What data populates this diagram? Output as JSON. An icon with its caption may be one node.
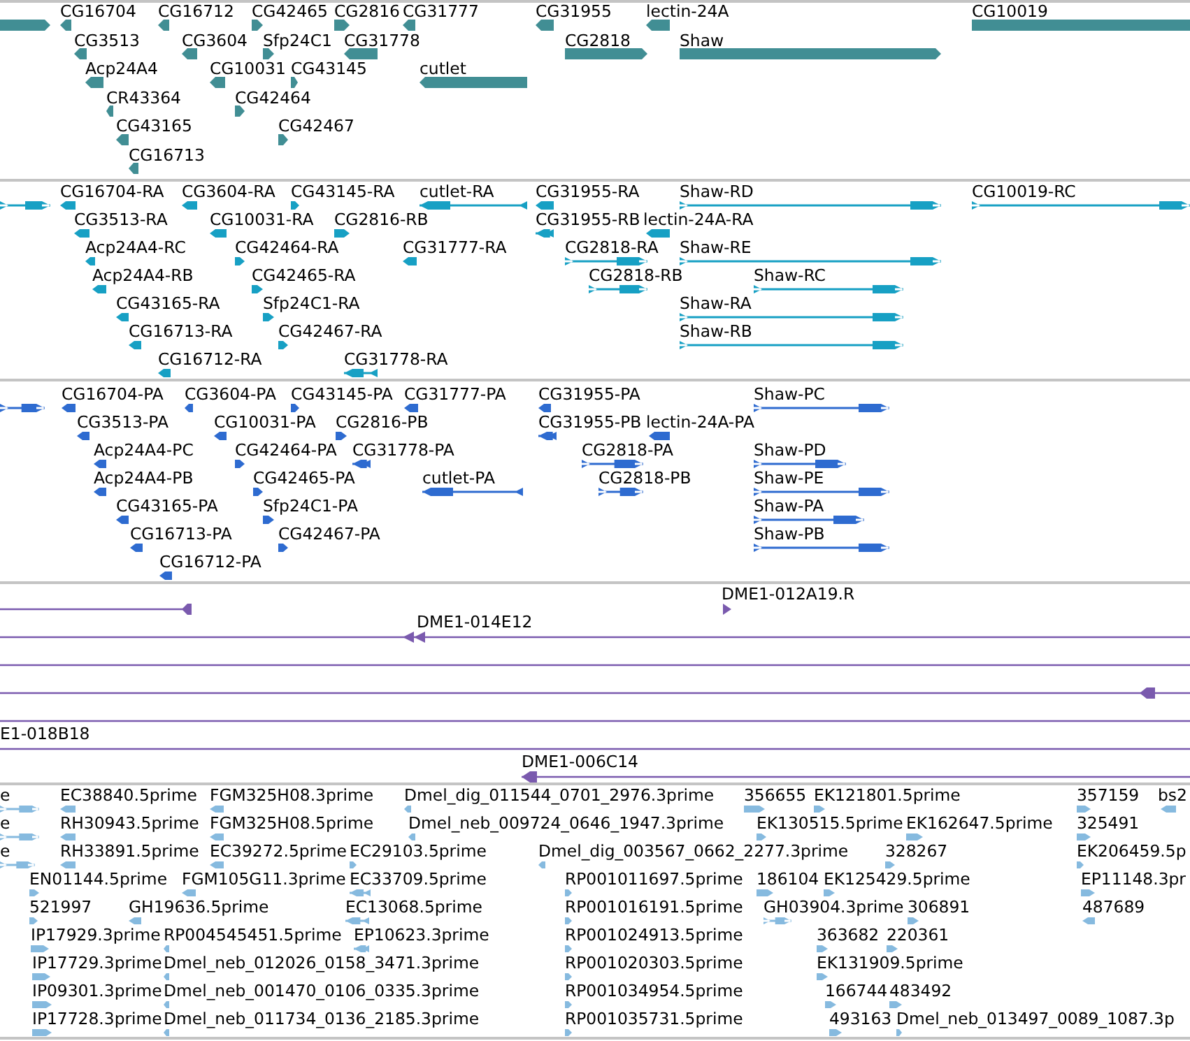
{
  "diagram": {
    "labels": [
      "CG16704",
      "CG16712",
      "CG42465",
      "CG2816",
      "CG31777",
      "CG31955",
      "lectin-24A",
      "CG10019",
      "CG3513",
      "CG3604",
      "Sfp24C1",
      "CG31778",
      "CG2818",
      "Shaw",
      "Acp24A4",
      "CG10031",
      "CG43145",
      "cutlet",
      "CR43364",
      "CG42464",
      "CG43165",
      "CG42467",
      "CG16713",
      "CG16704-RA",
      "CG3604-RA",
      "CG43145-RA",
      "cutlet-RA",
      "CG31955-RA",
      "Shaw-RD",
      "CG10019-RC",
      "CG3513-RA",
      "CG10031-RA",
      "CG2816-RB",
      "CG31955-RB",
      "lectin-24A-RA",
      "Acp24A4-RC",
      "CG42464-RA",
      "CG31777-RA",
      "CG2818-RA",
      "Shaw-RE",
      "Acp24A4-RB",
      "CG42465-RA",
      "CG2818-RB",
      "Shaw-RC",
      "CG43165-RA",
      "Sfp24C1-RA",
      "Shaw-RA",
      "CG16713-RA",
      "CG42467-RA",
      "Shaw-RB",
      "CG16712-RA",
      "CG31778-RA",
      "CG16704-PA",
      "CG3604-PA",
      "CG43145-PA",
      "CG31777-PA",
      "CG31955-PA",
      "Shaw-PC",
      "CG3513-PA",
      "CG10031-PA",
      "CG2816-PB",
      "CG31955-PB",
      "lectin-24A-PA",
      "Acp24A4-PC",
      "CG42464-PA",
      "CG31778-PA",
      "CG2818-PA",
      "Shaw-PD",
      "Acp24A4-PB",
      "CG42465-PA",
      "cutlet-PA",
      "CG2818-PB",
      "Shaw-PE",
      "CG43165-PA",
      "Sfp24C1-PA",
      "Shaw-PA",
      "CG16713-PA",
      "CG42467-PA",
      "Shaw-PB",
      "CG16712-PA",
      "DME1-012A19.R",
      "DME1-014E12",
      "E1-018B18",
      "DME1-006C14",
      "e",
      "EC38840.5prime",
      "FGM325H08.3prime",
      "Dmel_dig_011544_0701_2976.3prime",
      "356655",
      "EK121801.5prime",
      "357159",
      "bs2",
      "e",
      "RH30943.5prime",
      "FGM325H08.5prime",
      "Dmel_neb_009724_0646_1947.3prime",
      "EK130515.5prime",
      "EK162647.5prime",
      "325491",
      "e",
      "RH33891.5prime",
      "EC39272.5prime",
      "EC29103.5prime",
      "Dmel_dig_003567_0662_2277.3prime",
      "328267",
      "EK206459.5p",
      "EN01144.5prime",
      "FGM105G11.3prime",
      "EC33709.5prime",
      "RP001011697.5prime",
      "186104",
      "EK125429.5prime",
      "EP11148.3pr",
      "521997",
      "GH19636.5prime",
      "EC13068.5prime",
      "RP001016191.5prime",
      "GH03904.3prime",
      "306891",
      "487689",
      "IP17929.3prime",
      "RP004545451.5prime",
      "EP10623.3prime",
      "RP001024913.5prime",
      "363682",
      "220361",
      "IP17729.3prime",
      "Dmel_neb_012026_0158_3471.3prime",
      "RP001020303.5prime",
      "EK131909.5prime",
      "IP09301.3prime",
      "Dmel_neb_001470_0106_0335.3prime",
      "RP001034954.5prime",
      "166744",
      "483492",
      "IP17728.3prime",
      "Dmel_neb_011734_0136_2185.3prime",
      "RP001035731.5prime",
      "493163",
      "Dmel_neb_013497_0089_1087.3p"
    ]
  }
}
